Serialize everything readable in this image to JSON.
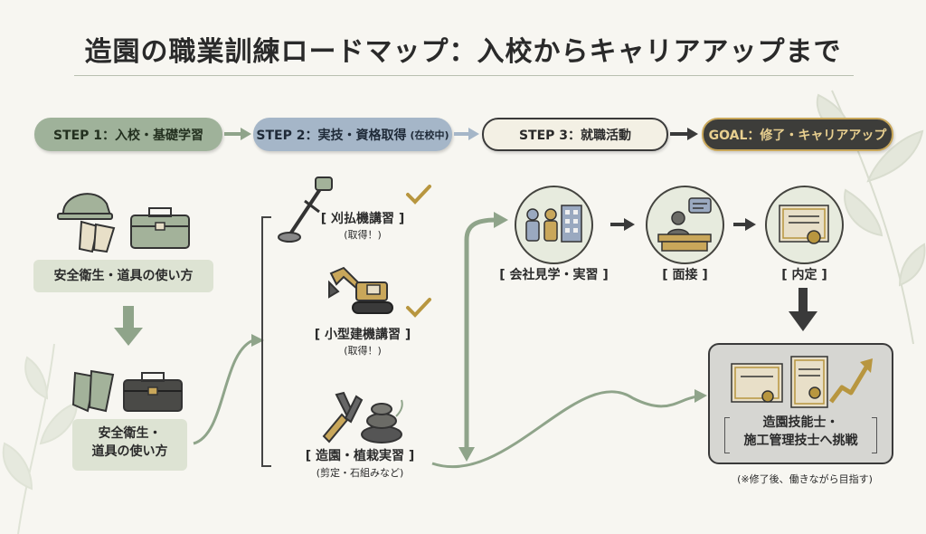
{
  "title": "造園の職業訓練ロードマップ：入校からキャリアアップまで",
  "steps": {
    "step1": "STEP 1：入校・基礎学習",
    "step2": "STEP 2：実技・資格取得",
    "step2_note": "(在校中)",
    "step3": "STEP 3：就職活動",
    "goal": "GOAL：修了・キャリアアップ"
  },
  "step1_captions": {
    "top": "安全衛生・道具の使い方",
    "bottom_line1": "安全衛生・",
    "bottom_line2": "道具の使い方"
  },
  "step2_items": [
    {
      "label": "[ 刈払機講習 ]",
      "sub": "(取得！)"
    },
    {
      "label": "[ 小型建機講習 ]",
      "sub": "(取得！)"
    },
    {
      "label": "[ 造園・植栽実習 ]",
      "sub": "(剪定・石組みなど)"
    }
  ],
  "step3_items": [
    {
      "label": "[ 会社見学・実習 ]"
    },
    {
      "label": "[ 面接 ]"
    },
    {
      "label": "[ 内定 ]"
    }
  ],
  "goal_box": {
    "line1": "造園技能士・",
    "line2": "施工管理技士へ挑戦",
    "note": "(※修了後、働きながら目指す)"
  },
  "colors": {
    "green": "#8fa48a",
    "blue": "#a5b6c8",
    "dark": "#3d3d3a",
    "gold": "#c9a75a"
  }
}
